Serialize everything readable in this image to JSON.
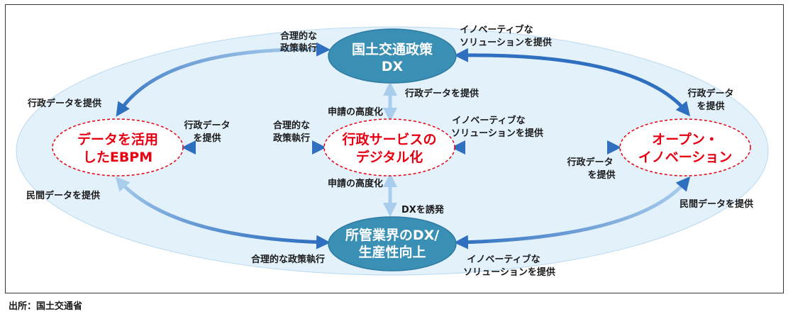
{
  "colors": {
    "background_ellipse": "#e3f1fb",
    "dark_node": "#3a8fb5",
    "red_node_border": "#e60012",
    "red_text": "#e60012",
    "arrow_dark": "#2e6fbf",
    "arrow_light": "#a9cdec"
  },
  "nodes": {
    "top": [
      "国土交通政策",
      "DX"
    ],
    "bottom": [
      "所管業界のDX/",
      "生産性向上"
    ],
    "center": [
      "行政サービスの",
      "デジタル化"
    ],
    "left": [
      "データを活用",
      "したEBPM"
    ],
    "right": [
      "オープン・",
      "イノベーション"
    ]
  },
  "labels": {
    "top_left_policy": [
      "合理的な",
      "政策執行"
    ],
    "top_right_solution": [
      "イノベーティブな",
      "ソリューションを提供"
    ],
    "top_left_data": "行政データを提供",
    "top_right_data": [
      "行政データ",
      "を提供"
    ],
    "center_top_data": "行政データを提供",
    "center_top_apply": "申請の高度化",
    "center_left_data": [
      "行政データ",
      "を提供"
    ],
    "center_left_policy": [
      "合理的な",
      "政策執行"
    ],
    "center_right_solution": [
      "イノベーティブな",
      "ソリューションを提供"
    ],
    "center_right_data": [
      "行政データ",
      "を提供"
    ],
    "center_bottom_apply": "申請の高度化",
    "center_bottom_dx": "DXを誘発",
    "bottom_left_data": "民間データを提供",
    "bottom_right_data": "民間データを提供",
    "bottom_left_policy": "合理的な政策執行",
    "bottom_right_solution": [
      "イノベーティブな",
      "ソリューションを提供"
    ]
  },
  "source": "出所：国土交通省"
}
